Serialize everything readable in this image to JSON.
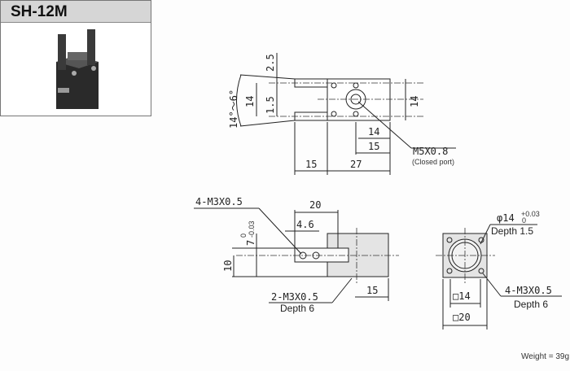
{
  "model": "SH-12M",
  "top_view": {
    "dim_finger_offset": "2.5",
    "dim_finger_gap": "1.5",
    "dim_finger_span": "14",
    "dim_angle": "14°～6°",
    "dim_height": "14",
    "dim_port_from_end": "14",
    "dim_hole_from_end": "15",
    "dim_finger_length": "15",
    "dim_body_length": "27",
    "port_label": "M5X0.8",
    "port_note": "(Closed port)"
  },
  "side_view": {
    "thread_label": "4-M3X0.5",
    "dim_width": "20",
    "dim_hole_pitch": "4.6",
    "dim_finger_height": "7",
    "dim_finger_tol_upper": "0",
    "dim_finger_tol_lower": "-0.03",
    "dim_height": "10",
    "bottom_thread_label": "2-M3X0.5",
    "bottom_thread_depth": "Depth 6",
    "dim_mount": "15"
  },
  "end_view": {
    "bore_label": "φ14",
    "bore_tol_upper": "+0.03",
    "bore_tol_lower": "0",
    "bore_depth": "Depth 1.5",
    "dim_inner_square": "□14",
    "dim_outer_square": "□20",
    "thread_label": "4-M3X0.5",
    "thread_depth": "Depth 6"
  },
  "weight": "Weight = 39g"
}
